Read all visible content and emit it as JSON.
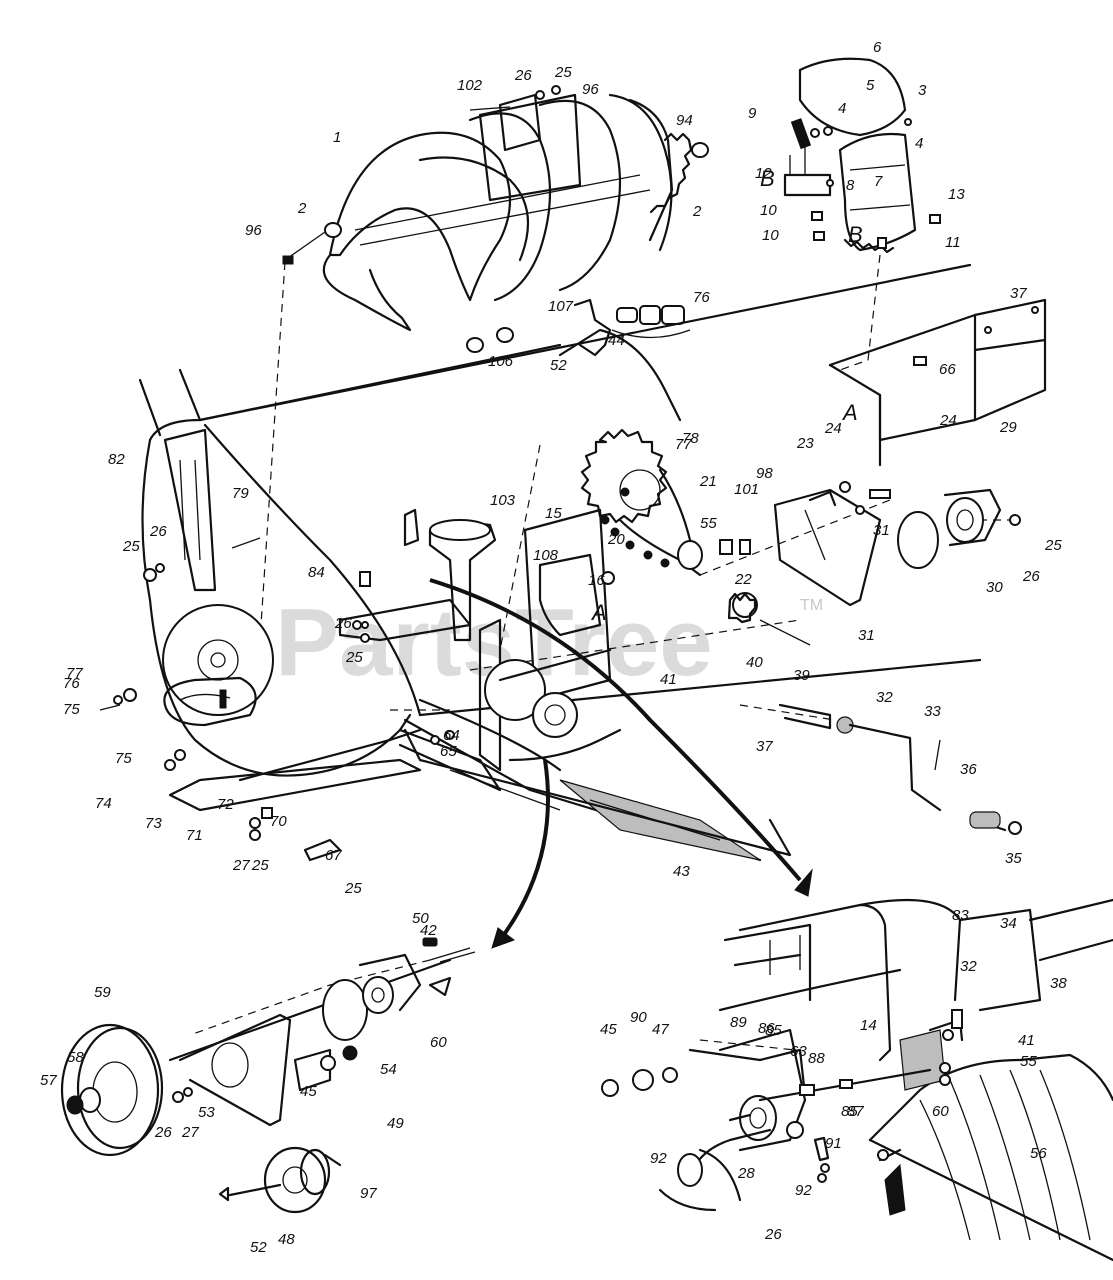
{
  "watermark": {
    "text": "PartsTree",
    "trademark": "TM"
  },
  "section_letters": {
    "a": "A",
    "b": "B"
  },
  "callouts": [
    "1",
    "2",
    "2",
    "3",
    "4",
    "4",
    "5",
    "6",
    "7",
    "8",
    "9",
    "10",
    "10",
    "11",
    "12",
    "13",
    "14",
    "15",
    "16",
    "20",
    "21",
    "22",
    "23",
    "24",
    "24",
    "25",
    "25",
    "25",
    "25",
    "25",
    "25",
    "26",
    "26",
    "26",
    "26",
    "26",
    "26",
    "27",
    "27",
    "28",
    "29",
    "30",
    "31",
    "31",
    "32",
    "32",
    "33",
    "34",
    "35",
    "36",
    "37",
    "37",
    "38",
    "39",
    "40",
    "41",
    "41",
    "42",
    "43",
    "44",
    "45",
    "45",
    "47",
    "48",
    "49",
    "50",
    "52",
    "52",
    "53",
    "54",
    "55",
    "55",
    "56",
    "57",
    "58",
    "59",
    "60",
    "60",
    "63",
    "64",
    "65",
    "66",
    "67",
    "70",
    "71",
    "72",
    "73",
    "74",
    "75",
    "75",
    "76",
    "76",
    "77",
    "77",
    "78",
    "79",
    "82",
    "83",
    "84",
    "85",
    "85",
    "86",
    "87",
    "88",
    "89",
    "90",
    "91",
    "92",
    "92",
    "94",
    "96",
    "96",
    "97",
    "98",
    "101",
    "102",
    "103",
    "106",
    "107",
    "108"
  ]
}
